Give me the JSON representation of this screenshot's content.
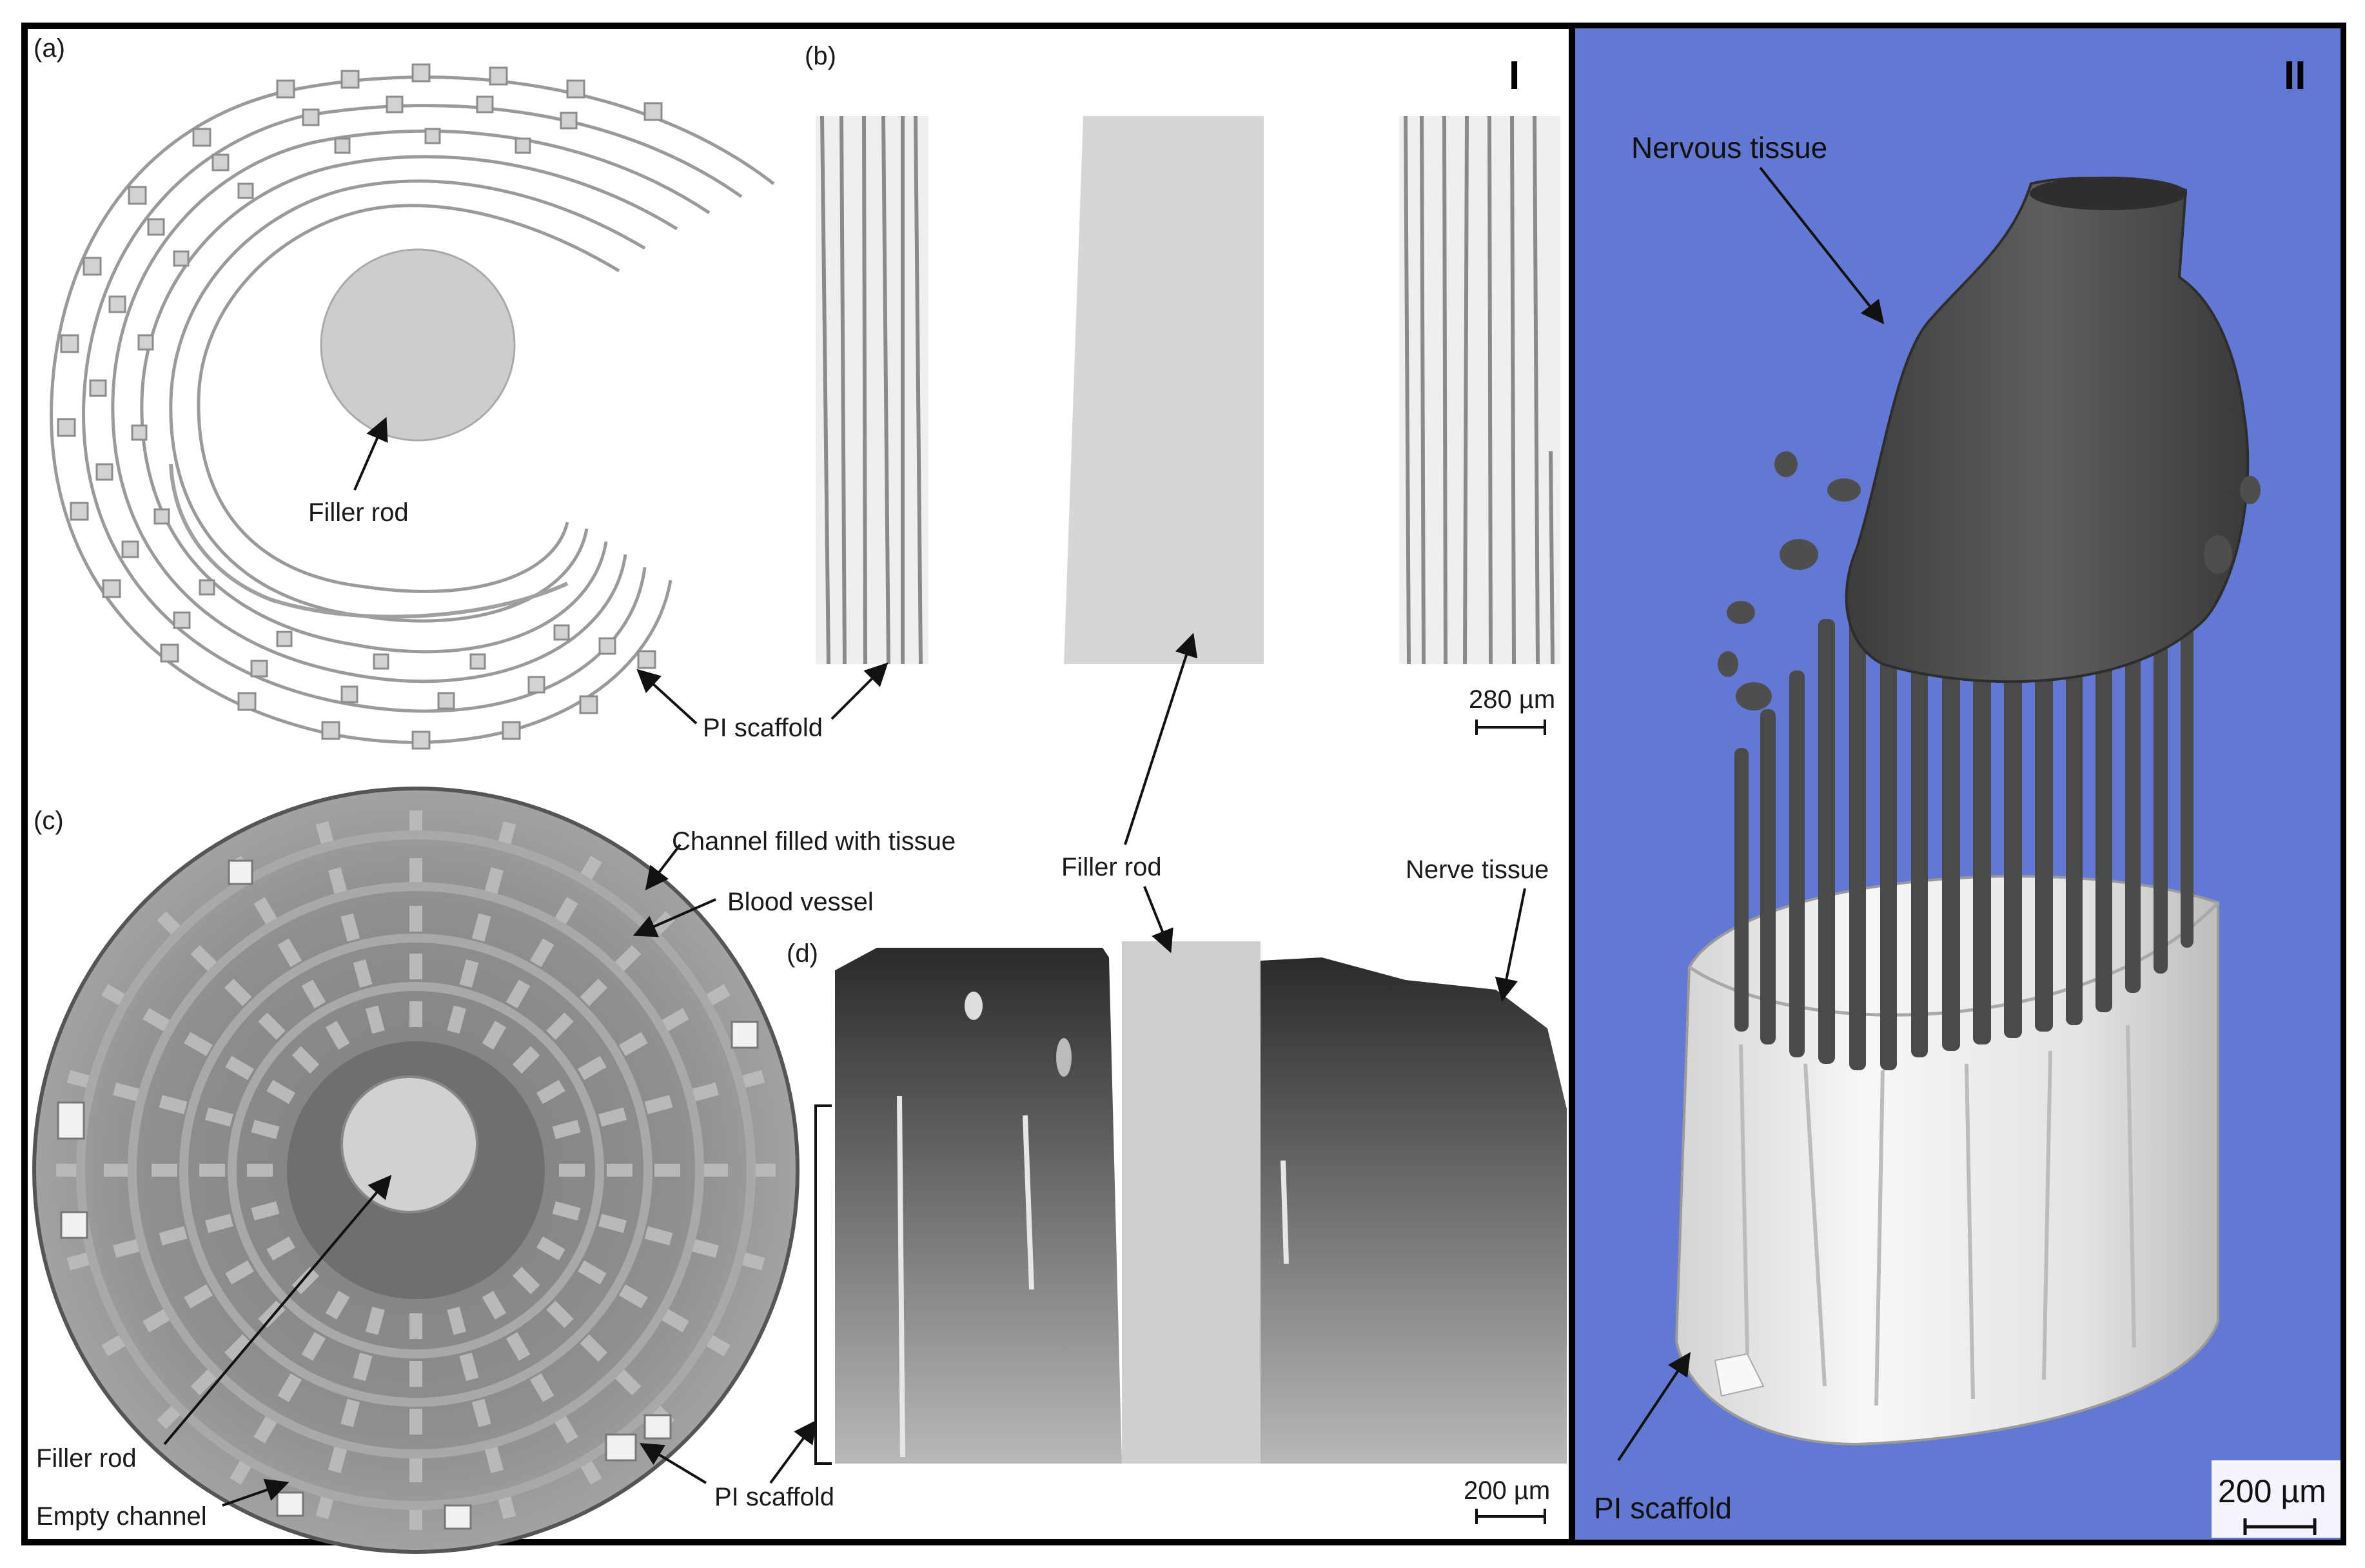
{
  "panel_I": {
    "numeral": "I",
    "a": {
      "tag": "(a)",
      "filler_rod": "Filler rod",
      "pi_scaffold": "PI scaffold"
    },
    "b": {
      "tag": "(b)",
      "scale": "280 µm"
    },
    "c": {
      "tag": "(c)",
      "channel_filled": "Channel filled with tissue",
      "blood_vessel": "Blood vessel",
      "filler_rod": "Filler rod",
      "empty_channel": "Empty channel",
      "pi_scaffold": "PI scaffold"
    },
    "d": {
      "tag": "(d)",
      "filler_rod": "Filler rod",
      "nerve_tissue": "Nerve tissue",
      "scale": "200 µm"
    }
  },
  "panel_II": {
    "numeral": "II",
    "nervous_tissue": "Nervous tissue",
    "pi_scaffold": "PI scaffold",
    "scale": "200 µm"
  },
  "colors": {
    "frame": "#000000",
    "panel_II_background": "#6278d2",
    "tissue_dark": "#4d4d4d",
    "scaffold_white": "#ededed",
    "micrograph_gray": "#c9c9c9"
  }
}
